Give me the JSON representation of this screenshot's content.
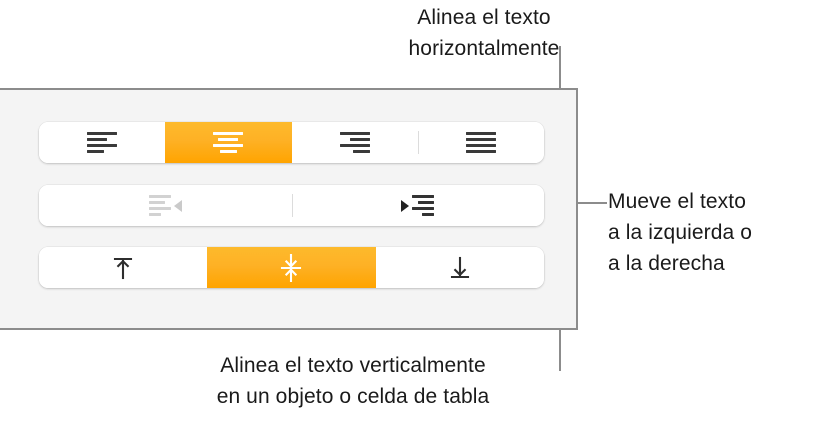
{
  "callouts": {
    "top": {
      "text": "Alinea el texto\nhorizontalmente",
      "target": "horizontal-alignment-group"
    },
    "right": {
      "text": "Mueve el texto\na la izquierda o\na la derecha",
      "target": "indent-group"
    },
    "bottom": {
      "text": "Alinea el texto verticalmente\nen un objeto o celda de tabla",
      "target": "vertical-alignment-group"
    }
  },
  "panel": {
    "background": "#f4f4f4",
    "border_color": "#8c8c8c"
  },
  "theme": {
    "selected_color": "#ffa400",
    "selected_gradient_top": "#fdba2c",
    "icon_color": "#3a3a3a",
    "icon_color_disabled": "#cfcfcf",
    "button_background": "#ffffff",
    "leader_line_color": "#8c8c8c",
    "text_color": "#1a1a1a"
  },
  "groups": [
    {
      "id": "horizontal-alignment-group",
      "name": "horizontal-alignment",
      "buttons": [
        {
          "name": "align-left",
          "icon": "align-left-icon",
          "label": "Alinear a la izquierda",
          "selected": false,
          "disabled": false,
          "divider_before": false
        },
        {
          "name": "align-center",
          "icon": "align-center-icon",
          "label": "Centrar",
          "selected": true,
          "disabled": false,
          "divider_before": false
        },
        {
          "name": "align-right",
          "icon": "align-right-icon",
          "label": "Alinear a la derecha",
          "selected": false,
          "disabled": false,
          "divider_before": false
        },
        {
          "name": "align-justify",
          "icon": "align-justify-icon",
          "label": "Justificar",
          "selected": false,
          "disabled": false,
          "divider_before": true
        }
      ]
    },
    {
      "id": "indent-group",
      "name": "indent",
      "buttons": [
        {
          "name": "decrease-indent",
          "icon": "decrease-indent-icon",
          "label": "Reducir sangría",
          "selected": false,
          "disabled": true,
          "divider_before": false
        },
        {
          "name": "increase-indent",
          "icon": "increase-indent-icon",
          "label": "Aumentar sangría",
          "selected": false,
          "disabled": false,
          "divider_before": true
        }
      ]
    },
    {
      "id": "vertical-alignment-group",
      "name": "vertical-alignment",
      "buttons": [
        {
          "name": "align-top",
          "icon": "align-top-icon",
          "label": "Alinear arriba",
          "selected": false,
          "disabled": false,
          "divider_before": false
        },
        {
          "name": "align-middle",
          "icon": "align-middle-icon",
          "label": "Centrar verticalmente",
          "selected": true,
          "disabled": false,
          "divider_before": false
        },
        {
          "name": "align-bottom",
          "icon": "align-bottom-icon",
          "label": "Alinear abajo",
          "selected": false,
          "disabled": false,
          "divider_before": false
        }
      ]
    }
  ]
}
